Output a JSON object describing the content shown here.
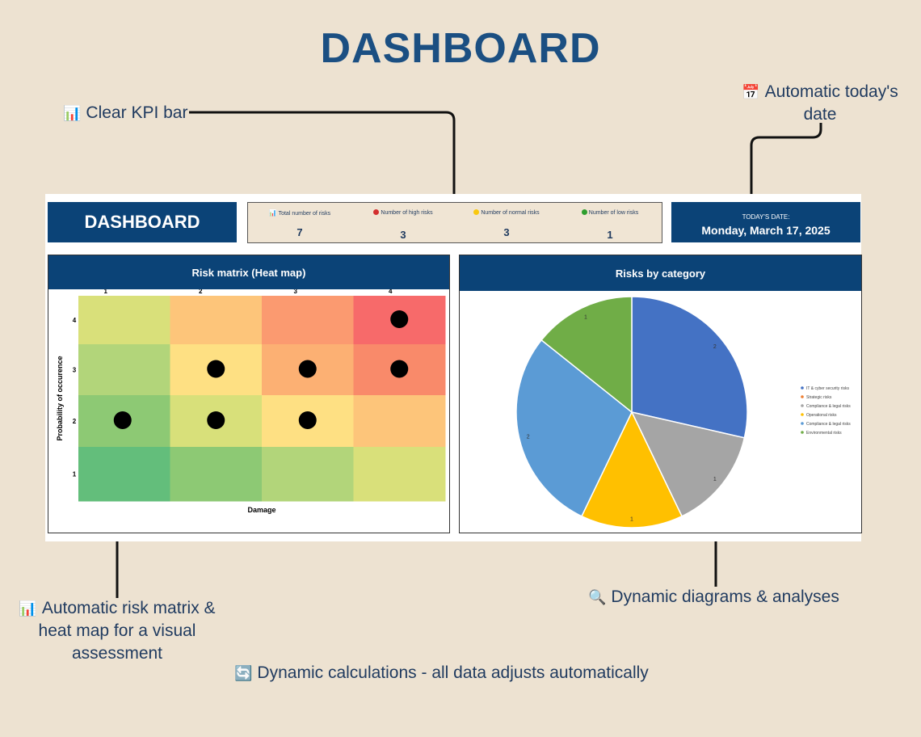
{
  "page": {
    "title": "DASHBOARD"
  },
  "callouts": {
    "kpi_bar": "Clear KPI bar",
    "today_date_line1": "Automatic today's",
    "today_date_line2": "date",
    "risk_matrix_line1": "Automatic risk matrix &",
    "risk_matrix_line2": "heat map for a visual",
    "risk_matrix_line3": "assessment",
    "dynamic_diagrams": "Dynamic diagrams & analyses",
    "dynamic_calc": "Dynamic calculations - all data adjusts automatically"
  },
  "dashboard": {
    "title": "DASHBOARD",
    "kpis": [
      {
        "label": "Total number of risks",
        "value": "7",
        "icon": "bar-chart-icon",
        "color": "#2e7d32"
      },
      {
        "label": "Number of high risks",
        "value": "3",
        "icon": "red-dot-icon",
        "color": "#d32f2f"
      },
      {
        "label": "Number of normal risks",
        "value": "3",
        "icon": "yellow-dot-icon",
        "color": "#f9c80e"
      },
      {
        "label": "Number of low risks",
        "value": "1",
        "icon": "green-dot-icon",
        "color": "#2e9e2e"
      }
    ],
    "date_label": "TODAY'S DATE:",
    "date_value": "Monday, March 17, 2025"
  },
  "heatmap": {
    "title": "Risk matrix (Heat map)",
    "xlabel": "Damage",
    "ylabel": "Probability of occurence",
    "x_ticks": [
      "1",
      "2",
      "3",
      "4"
    ],
    "y_ticks": [
      "4",
      "3",
      "2",
      "1"
    ],
    "cell_colors": [
      [
        "#d9e07a",
        "#fdc57a",
        "#fb9a70",
        "#f76a6a"
      ],
      [
        "#b2d57a",
        "#fee083",
        "#fcb073",
        "#f98a6a"
      ],
      [
        "#8dc974",
        "#d8e07a",
        "#fee083",
        "#fdc57a"
      ],
      [
        "#63be7b",
        "#8dc974",
        "#b2d57a",
        "#d9e07a"
      ]
    ],
    "risks": [
      {
        "damage": 4,
        "probability": 4
      },
      {
        "damage": 2,
        "probability": 3
      },
      {
        "damage": 3,
        "probability": 3
      },
      {
        "damage": 4,
        "probability": 3
      },
      {
        "damage": 1,
        "probability": 2
      },
      {
        "damage": 2,
        "probability": 2
      },
      {
        "damage": 3,
        "probability": 2
      }
    ]
  },
  "chart_data": {
    "type": "pie",
    "title": "Risks by category",
    "categories": [
      "IT & cyber security risks",
      "Strategic risks",
      "Compliance & legal risks",
      "Operational risks",
      "Compliance & legal risks",
      "Environmental risks"
    ],
    "values": [
      2,
      0,
      1,
      1,
      2,
      1
    ],
    "colors": [
      "#4472c4",
      "#ed7d31",
      "#a5a5a5",
      "#ffc000",
      "#5b9bd5",
      "#70ad47"
    ],
    "legend": "right"
  }
}
